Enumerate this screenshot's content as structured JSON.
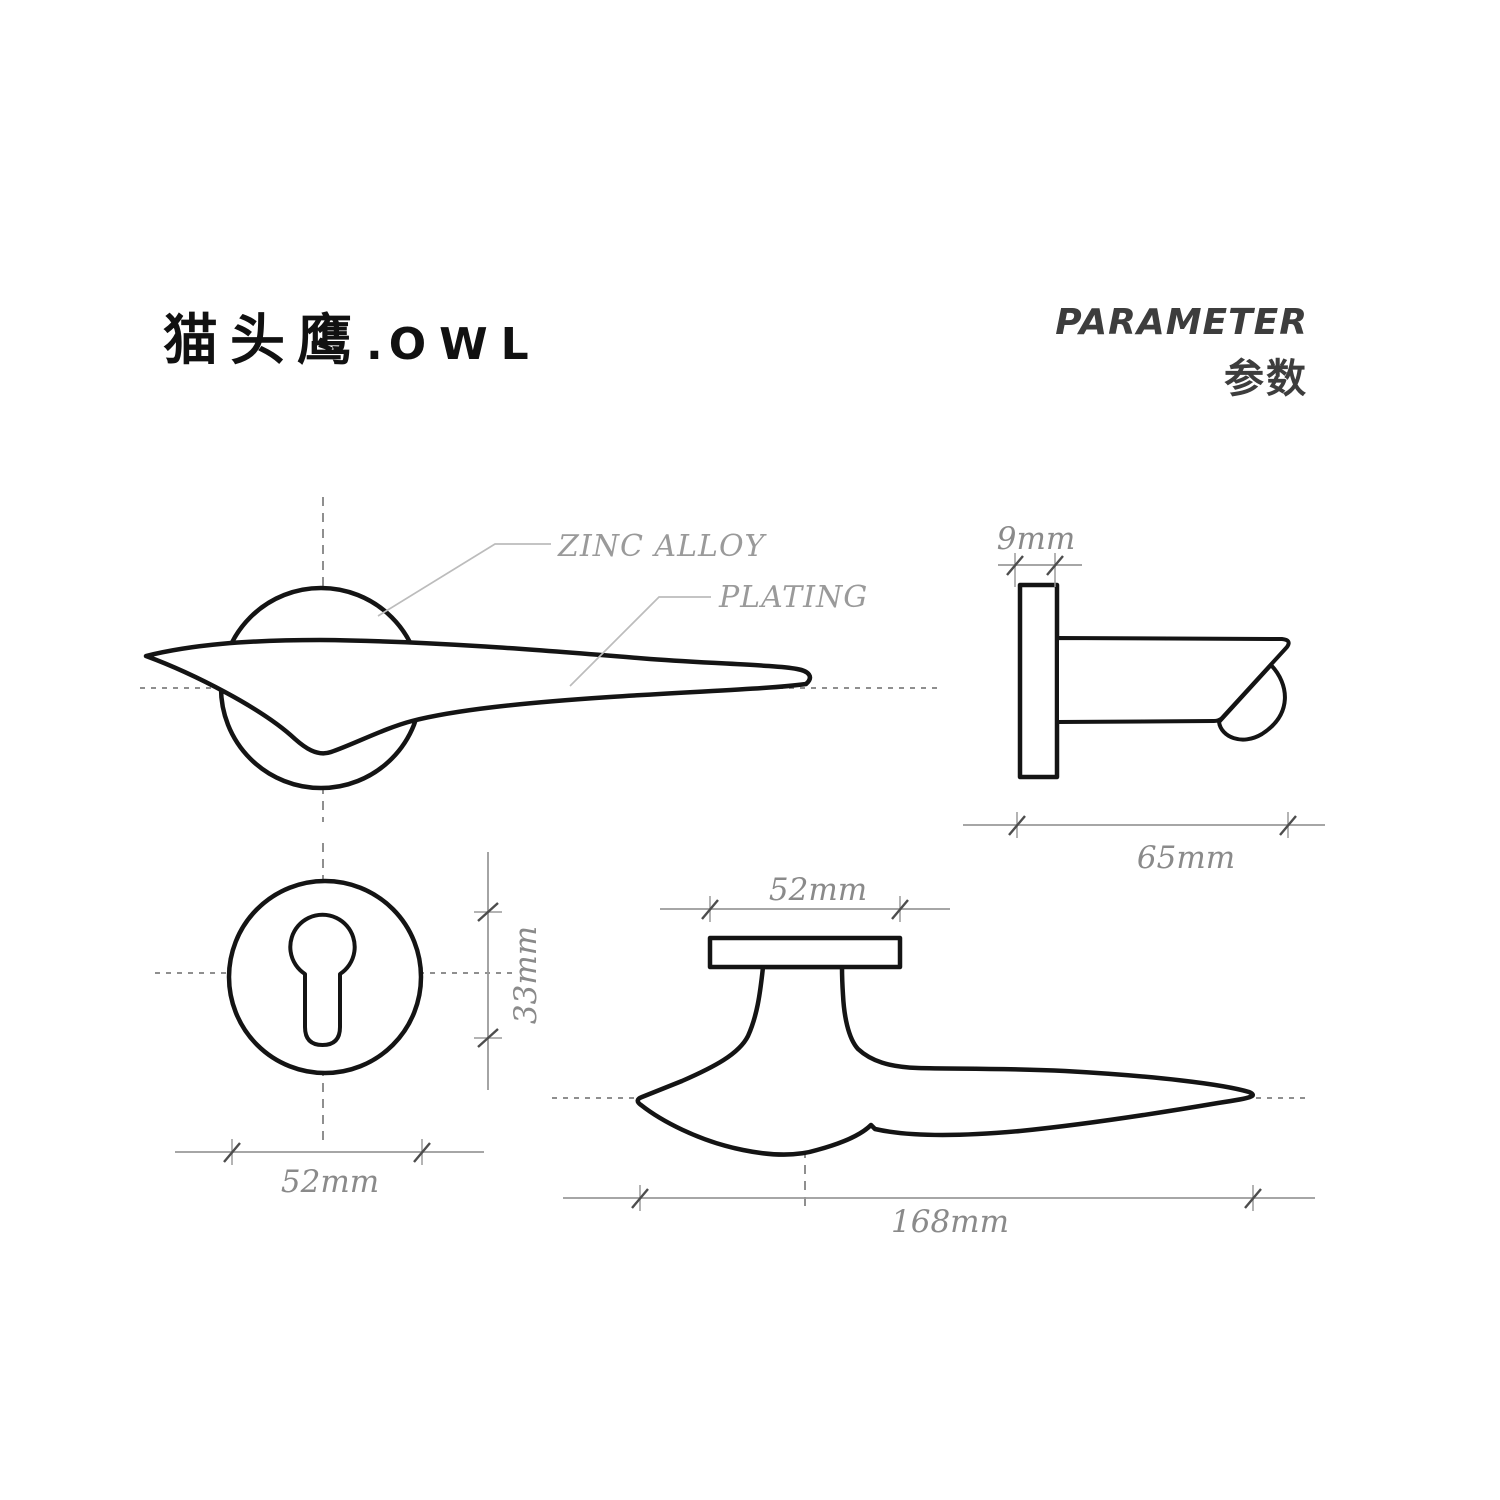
{
  "brand": {
    "name_cn": "猫头鹰",
    "separator": ".",
    "name_en": "OWL"
  },
  "header": {
    "title_en": "PARAMETER",
    "title_zh": "参数"
  },
  "front_view": {
    "material_label": "ZINC ALLOY",
    "finish_label": "PLATING"
  },
  "side_view": {
    "rosette_thickness": "9mm",
    "handle_projection": "65mm"
  },
  "escutcheon_view": {
    "diameter": "52mm",
    "keyhole_height": "33mm"
  },
  "top_view": {
    "rosette_width": "52mm",
    "overall_length": "168mm"
  },
  "colors": {
    "outline": "#141414",
    "dimension_line": "#9a9a9a",
    "dimension_text": "#8a8a8a",
    "leader_line": "#bcbcbc",
    "title": "#111111",
    "subtitle": "#3d3d3d",
    "background": "#ffffff"
  }
}
